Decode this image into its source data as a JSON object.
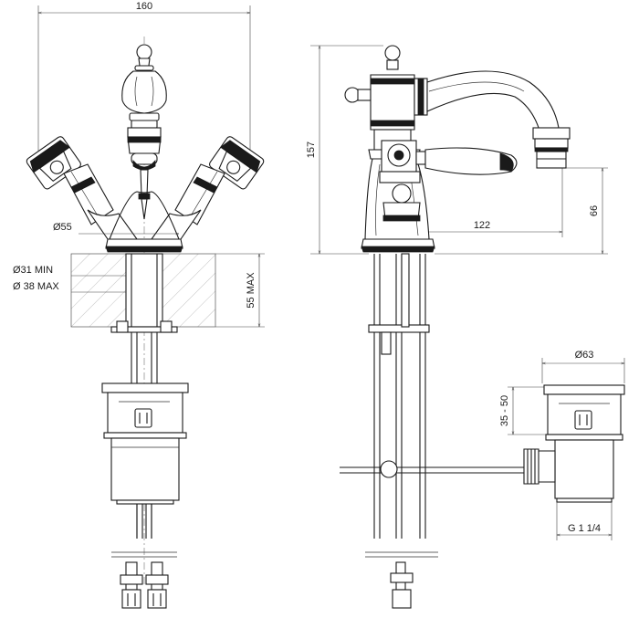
{
  "dimensions": {
    "width_160": "160",
    "dia_55": "Ø55",
    "dia_31_min": "Ø31 MIN",
    "dia_38_max": "Ø 38 MAX",
    "max_55": "55 MAX",
    "height_157": "157",
    "height_66": "66",
    "reach_122": "122",
    "dia_63": "Ø63",
    "range_35_50": "35 - 50",
    "thread_g114": "G 1 1/4"
  }
}
